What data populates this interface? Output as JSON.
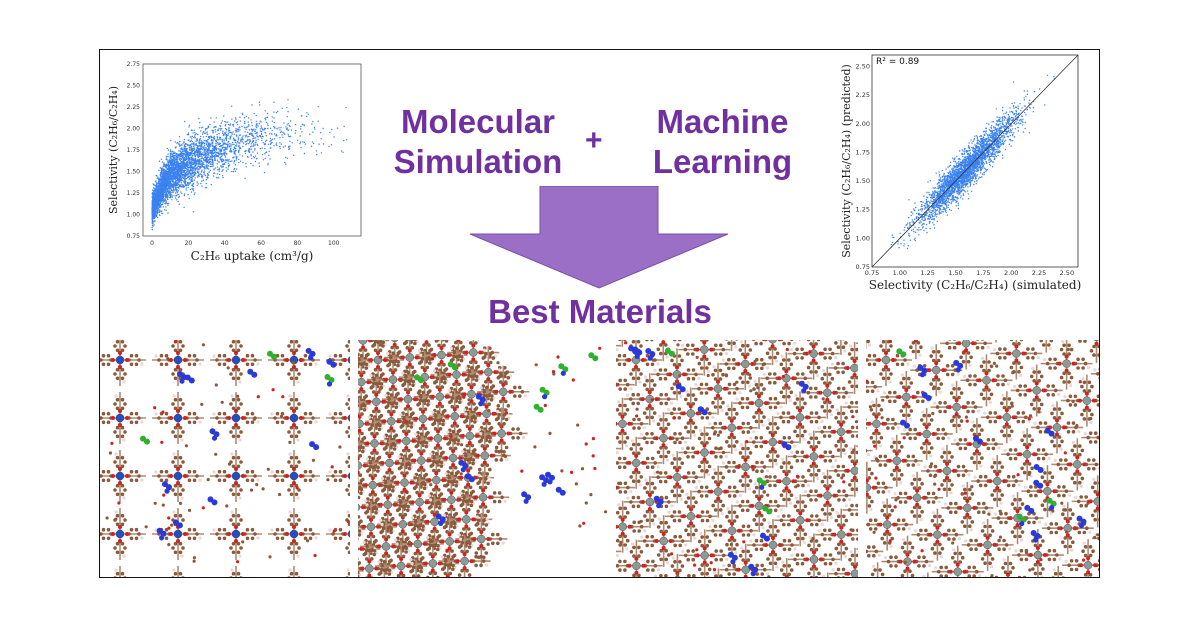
{
  "colors": {
    "accent": "#7030a0",
    "arrow": "#9b6fc6",
    "points": "#3b82f0",
    "carbon": "#8b5a3c",
    "oxygen": "#d42020",
    "metal_blue": "#2050c8",
    "metal_gray": "#8a9a95",
    "hydrogen": "#e8d8d8",
    "gas_n": "#2a3ad8",
    "gas_cl": "#30b030"
  },
  "headlines": {
    "left": [
      "Molecular",
      "Simulation"
    ],
    "plus": "+",
    "right": [
      "Machine",
      "Learning"
    ],
    "result": "Best Materials"
  },
  "chart_data": [
    {
      "type": "scatter",
      "xlabel": "C₂H₆ uptake (cm³/g)",
      "ylabel": "Selectivity (C₂H₆/C₂H₄)",
      "xlim": [
        -5,
        115
      ],
      "ylim": [
        0.75,
        2.75
      ],
      "xticks": [
        "0",
        "20",
        "40",
        "60",
        "80",
        "100"
      ],
      "yticks": [
        "0.75",
        "1.00",
        "1.25",
        "1.50",
        "1.75",
        "2.00",
        "2.25",
        "2.50",
        "2.75"
      ],
      "trend": {
        "x": [
          0,
          5,
          10,
          20,
          30,
          40,
          50,
          60,
          70,
          80,
          90,
          100
        ],
        "y": [
          1.05,
          1.3,
          1.45,
          1.6,
          1.72,
          1.8,
          1.86,
          1.9,
          1.92,
          1.93,
          1.92,
          1.92
        ]
      },
      "n_points": 4000
    },
    {
      "type": "scatter",
      "annotation": "R² = 0.89",
      "xlabel": "Selectivity (C₂H₆/C₂H₄) (simulated)",
      "ylabel": "Selectivity (C₂H₆/C₂H₄) (predicted)",
      "xlim": [
        0.75,
        2.6
      ],
      "ylim": [
        0.75,
        2.6
      ],
      "xticks": [
        "0.75",
        "1.00",
        "1.25",
        "1.50",
        "1.75",
        "2.00",
        "2.25",
        "2.50"
      ],
      "yticks": [
        "0.75",
        "1.00",
        "1.25",
        "1.50",
        "1.75",
        "2.00",
        "2.25",
        "2.50"
      ],
      "diagonal": true,
      "r2": 0.89,
      "center": [
        1.6,
        1.6
      ],
      "n_points": 3000
    }
  ]
}
